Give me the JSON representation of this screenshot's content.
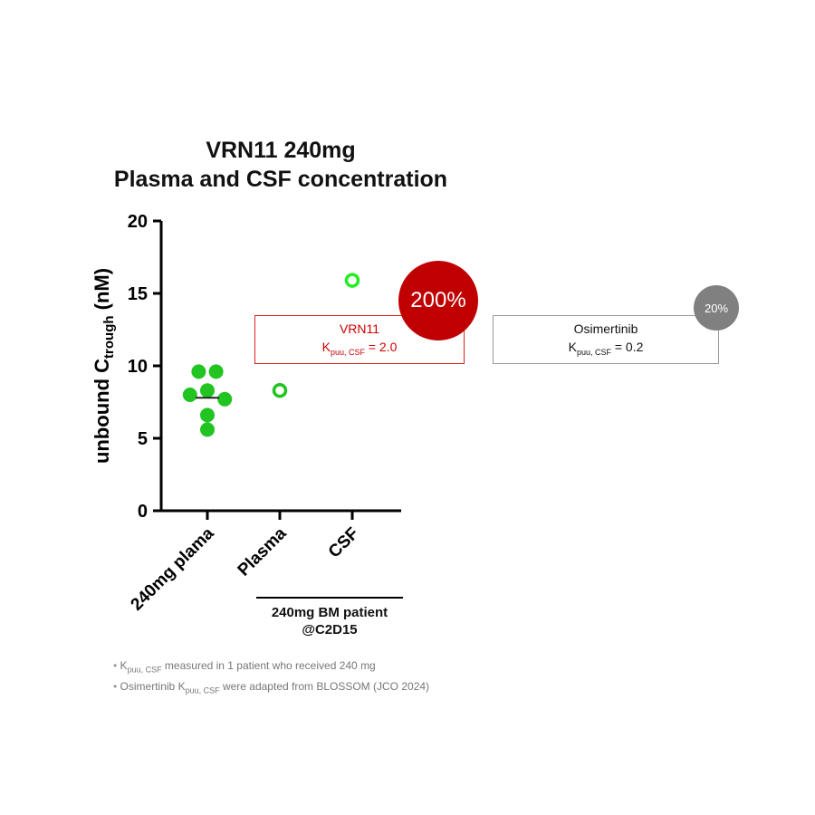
{
  "chart_data": {
    "type": "scatter",
    "title": [
      "VRN11 240mg",
      "Plasma and CSF concentration"
    ],
    "ylabel": {
      "main": "unbound C",
      "sub": "trough",
      "unit": " (nM)"
    },
    "ylim": [
      0,
      20
    ],
    "yticks": [
      0,
      5,
      10,
      15,
      20
    ],
    "categories": [
      "240mg plama",
      "Plasma",
      "CSF"
    ],
    "group_label": [
      "240mg BM patient",
      "@C2D15"
    ],
    "series": [
      {
        "name": "240mg plama",
        "category": 0,
        "filled": true,
        "color": "#22c422",
        "points": [
          [
            -0.12,
            9.6
          ],
          [
            0.12,
            9.6
          ],
          [
            -0.24,
            8.0
          ],
          [
            0,
            8.3
          ],
          [
            0.24,
            7.7
          ],
          [
            0,
            6.6
          ],
          [
            0,
            5.6
          ]
        ],
        "median": 7.8
      },
      {
        "name": "Plasma",
        "category": 1,
        "filled": false,
        "color": "#22c422",
        "points": [
          [
            0,
            8.3
          ]
        ]
      },
      {
        "name": "CSF",
        "category": 2,
        "filled": false,
        "color": "#22ee22",
        "points": [
          [
            0,
            15.9
          ]
        ]
      }
    ],
    "grid": false
  },
  "annotations": {
    "vrn11": {
      "name": "VRN11",
      "k": "K",
      "k_sub": "puu, CSF",
      "value": " = 2.0",
      "percent": "200%",
      "color": "#c00000"
    },
    "osimertinib": {
      "name": "Osimertinib",
      "k": "K",
      "k_sub": "puu, CSF",
      "value": " = 0.2",
      "percent": "20%",
      "color": "#808080"
    }
  },
  "notes": [
    {
      "k": "K",
      "k_sub": "puu, CSF",
      "text": " measured in 1 patient who received 240 mg"
    },
    {
      "pre": "Osimertinib ",
      "k": "K",
      "k_sub": "puu, CSF",
      "text": " were adapted from BLOSSOM (JCO 2024)"
    }
  ]
}
